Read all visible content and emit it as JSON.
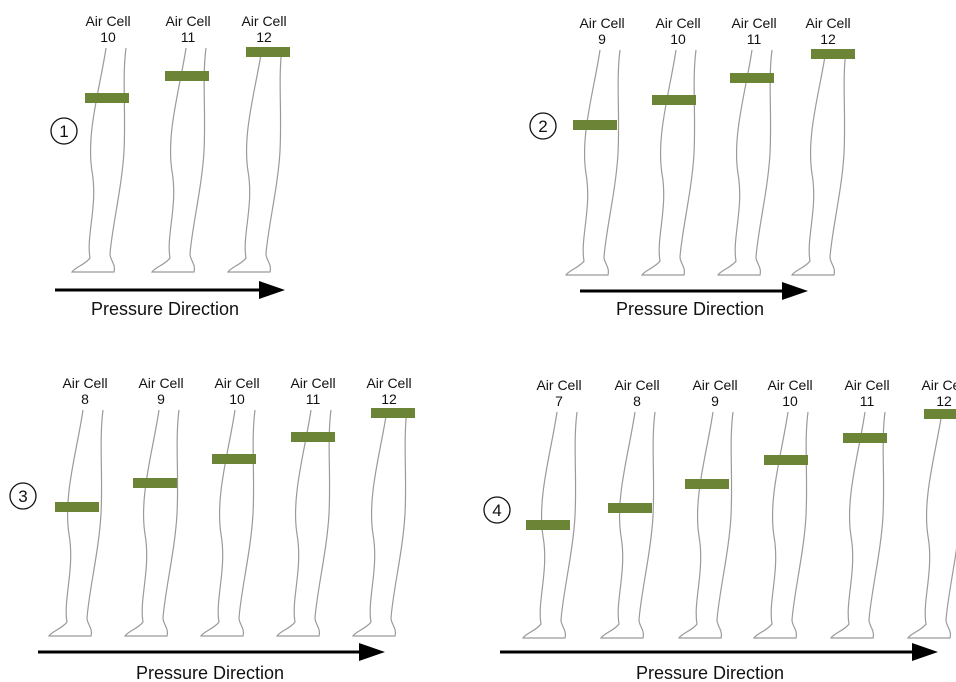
{
  "panels": [
    {
      "number": "1",
      "direction_label": "Pressure Direction",
      "cells": [
        {
          "label": "Air Cell",
          "number": "10"
        },
        {
          "label": "Air Cell",
          "number": "11"
        },
        {
          "label": "Air Cell",
          "number": "12"
        }
      ]
    },
    {
      "number": "2",
      "direction_label": "Pressure Direction",
      "cells": [
        {
          "label": "Air Cell",
          "number": "9"
        },
        {
          "label": "Air Cell",
          "number": "10"
        },
        {
          "label": "Air Cell",
          "number": "11"
        },
        {
          "label": "Air Cell",
          "number": "12"
        }
      ]
    },
    {
      "number": "3",
      "direction_label": "Pressure Direction",
      "cells": [
        {
          "label": "Air Cell",
          "number": "8"
        },
        {
          "label": "Air Cell",
          "number": "9"
        },
        {
          "label": "Air Cell",
          "number": "10"
        },
        {
          "label": "Air Cell",
          "number": "11"
        },
        {
          "label": "Air Cell",
          "number": "12"
        }
      ]
    },
    {
      "number": "4",
      "direction_label": "Pressure Direction",
      "cells": [
        {
          "label": "Air Cell",
          "number": "7"
        },
        {
          "label": "Air Cell",
          "number": "8"
        },
        {
          "label": "Air Cell",
          "number": "9"
        },
        {
          "label": "Air Cell",
          "number": "10"
        },
        {
          "label": "Air Cell",
          "number": "11"
        },
        {
          "label": "Air Cell",
          "number": "12"
        }
      ]
    }
  ],
  "colors": {
    "band": "#6b8435",
    "leg_outline": "#9a9a9a",
    "arrow": "#000000"
  }
}
